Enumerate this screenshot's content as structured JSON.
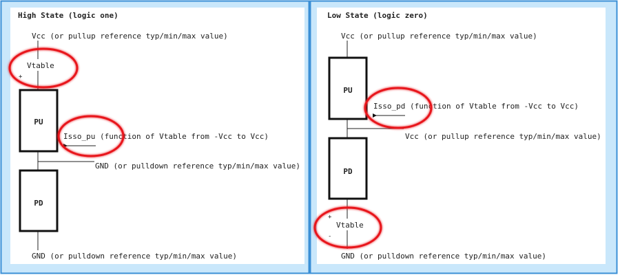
{
  "colors": {
    "panel_border": "#3a8fd6",
    "panel_bg": "#c9e7fb",
    "highlight": "#e8141c"
  },
  "high_state": {
    "title": "High State (logic one)",
    "top_rail": "Vcc (or pullup reference typ/min/max value)",
    "source_label": "Vtable",
    "plus": "+",
    "pu_label": "PU",
    "pd_label": "PD",
    "current_label": "Isso_pu (function of Vtable from -Vcc to Vcc)",
    "mid_rail": "GND (or pulldown reference typ/min/max value)",
    "bottom_rail": "GND (or pulldown reference typ/min/max value)"
  },
  "low_state": {
    "title": "Low State (logic zero)",
    "top_rail": "Vcc (or pullup reference typ/min/max value)",
    "source_label": "Vtable",
    "plus": "+",
    "minus": "-",
    "pu_label": "PU",
    "pd_label": "PD",
    "current_label": "Isso_pd (function of Vtable from -Vcc to Vcc)",
    "mid_rail": "Vcc (or pullup reference typ/min/max value)",
    "bottom_rail": "GND (or pulldown reference typ/min/max value)"
  }
}
